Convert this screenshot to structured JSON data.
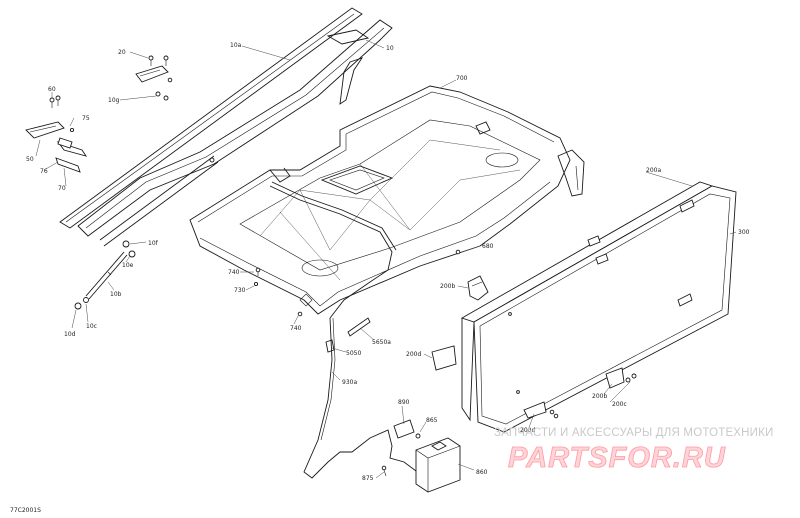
{
  "diagram_id": "77C2001S",
  "watermark": {
    "line1": "ЗАПЧАСТИ И АКСЕССУАРЫ ДЛЯ МОТОТЕХНИКИ",
    "line2": "PARTSFOR.RU"
  },
  "labels": {
    "p20": "20",
    "p10a": "10a",
    "p10": "10",
    "p700": "700",
    "p10g": "10g",
    "p60": "60",
    "p75": "75",
    "p50": "50",
    "p76": "76",
    "p70": "70",
    "p10f": "10f",
    "p10e": "10e",
    "p10b": "10b",
    "p10d": "10d",
    "p10c": "10c",
    "p740a": "740",
    "p730": "730",
    "p740b": "740",
    "p680": "680",
    "p200a": "200a",
    "p300": "300",
    "p200b": "200b",
    "p5650a": "5650a",
    "p5050": "5050",
    "p200d": "200d",
    "p930a": "930a",
    "p200b2": "200b",
    "p200c": "200c",
    "p200d2": "200d",
    "p890": "890",
    "p865": "865",
    "p860": "860",
    "p875": "875"
  }
}
